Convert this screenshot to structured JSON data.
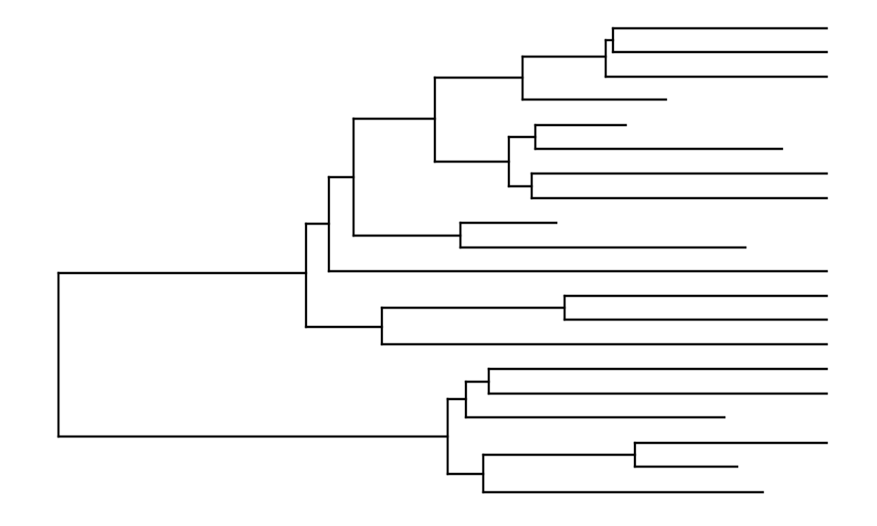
{
  "tree": {
    "type": "dendrogram",
    "orientation": "left-to-right",
    "leaf_count": 20,
    "labels_shown": false,
    "line_color": "#000000",
    "background_color": "#ffffff",
    "root": {
      "children": [
        {
          "children": [
            {
              "children": [
                {
                  "children": [
                    {
                      "children": [
                        {
                          "children": [
                            {
                              "children": [
                                {
                                  "leaf": 1
                                },
                                {
                                  "leaf": 2
                                }
                              ]
                            },
                            {
                              "leaf": 3
                            }
                          ]
                        },
                        {
                          "leaf": 4
                        }
                      ]
                    },
                    {
                      "children": [
                        {
                          "children": [
                            {
                              "leaf": 5
                            },
                            {
                              "leaf": 6
                            }
                          ]
                        },
                        {
                          "children": [
                            {
                              "leaf": 7
                            },
                            {
                              "leaf": 8
                            }
                          ]
                        }
                      ]
                    }
                  ]
                },
                {
                  "children": [
                    {
                      "leaf": 9
                    },
                    {
                      "leaf": 10
                    }
                  ]
                }
              ]
            },
            {
              "leaf": 11
            }
          ]
        },
        {
          "children": [
            {
              "children": [
                {
                  "leaf": 12
                },
                {
                  "leaf": 13
                }
              ]
            },
            {
              "leaf": 14
            }
          ]
        }
      ]
    }
  }
}
